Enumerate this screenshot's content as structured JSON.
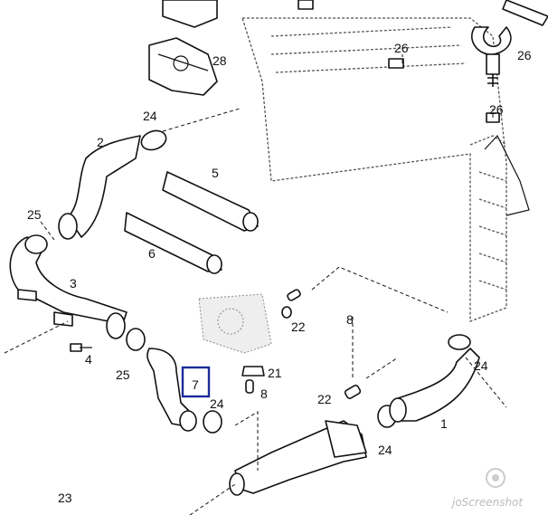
{
  "labels": {
    "l2": "2",
    "l3": "3",
    "l4": "4",
    "l5": "5",
    "l6": "6",
    "l7": "7",
    "l8a": "8",
    "l8b": "8",
    "l1": "1",
    "l21": "21",
    "l22a": "22",
    "l22b": "22",
    "l23": "23",
    "l24a": "24",
    "l24b": "24",
    "l24c": "24",
    "l24d": "24",
    "l25a": "25",
    "l25b": "25",
    "l26a": "26",
    "l26b": "26",
    "l26c": "26",
    "l28": "28"
  },
  "highlight_color": "#1b2b9a",
  "watermark": {
    "text": "joScreenshot",
    "icon": "camera-icon"
  }
}
